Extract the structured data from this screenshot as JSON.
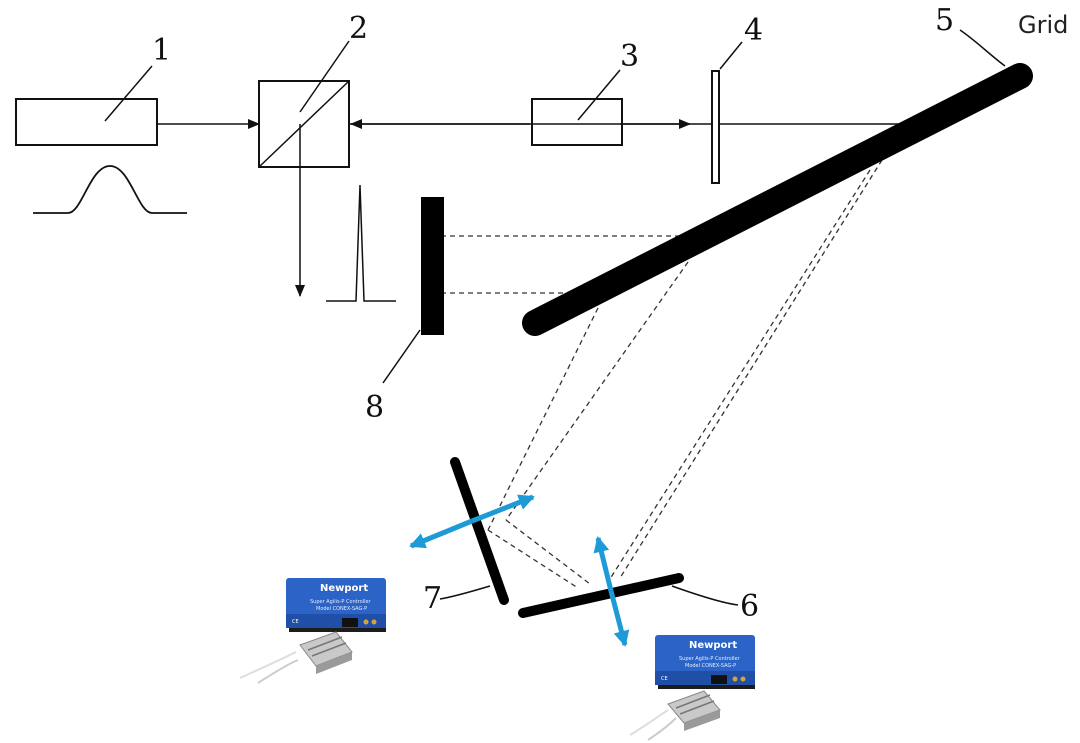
{
  "grid_label": "Grid",
  "component_numbers": [
    "1",
    "2",
    "3",
    "4",
    "5",
    "6",
    "7",
    "8"
  ],
  "controller": {
    "brand": "Newport",
    "line1": "Super Agilis-P Controller",
    "line2": "Model CONEX-SAG-P",
    "ce_mark": "CE",
    "body_color": "#2b63c6",
    "base_color": "#1c1c1c"
  },
  "arrow_color": "#1e9bd7"
}
